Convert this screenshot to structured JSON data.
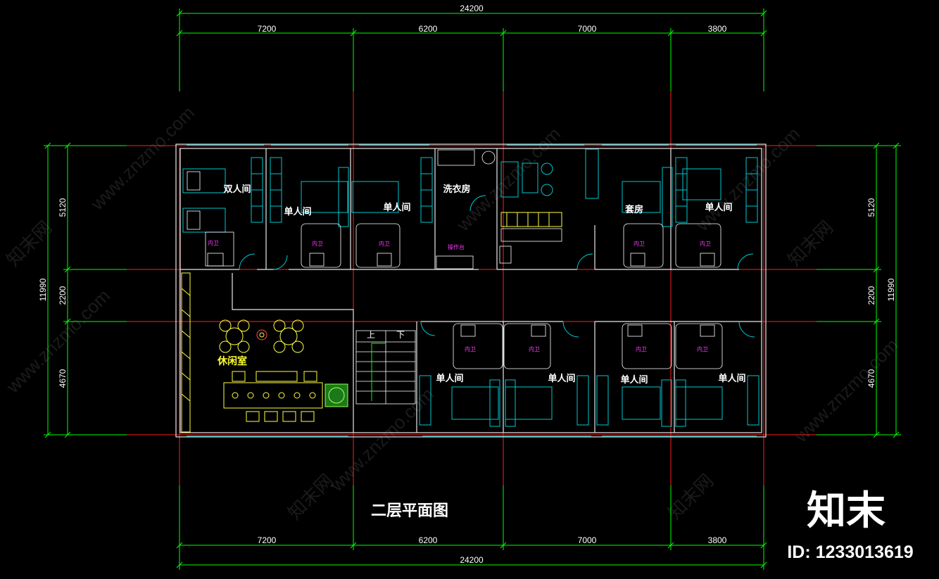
{
  "drawing": {
    "title": "二层平面图",
    "top_total": "24200",
    "bottom_total": "24200",
    "top_segments": [
      "7200",
      "6200",
      "7000",
      "3800"
    ],
    "bottom_segments": [
      "7200",
      "6200",
      "7000",
      "3800"
    ],
    "left_total": "11990",
    "right_total": "11990",
    "left_segments": [
      "5120",
      "2200",
      "4670"
    ],
    "right_segments": [
      "5120",
      "2200",
      "4670"
    ]
  },
  "rooms": {
    "double": "双人间",
    "single_1": "单人间",
    "single_2": "单人间",
    "laundry": "洗衣房",
    "laundry_counter": "操作台",
    "suite": "套房",
    "single_3": "单人间",
    "lounge": "休闲室",
    "single_4": "单人间",
    "single_5": "单人间",
    "single_6": "单人间",
    "single_7": "单人间",
    "stair_up": "上",
    "stair_down": "下",
    "bath": "内卫"
  },
  "watermark": {
    "logo": "知末",
    "id": "ID: 1233013619",
    "text_a": "www.znzmo.com",
    "text_b": "知末网"
  },
  "colors": {
    "dimension": "#00ff00",
    "axis": "#ff2020",
    "wall": "#e8e8e8",
    "furniture": "#00c8d0",
    "lounge": "#ffff40",
    "bath_label": "#ff33ff"
  }
}
